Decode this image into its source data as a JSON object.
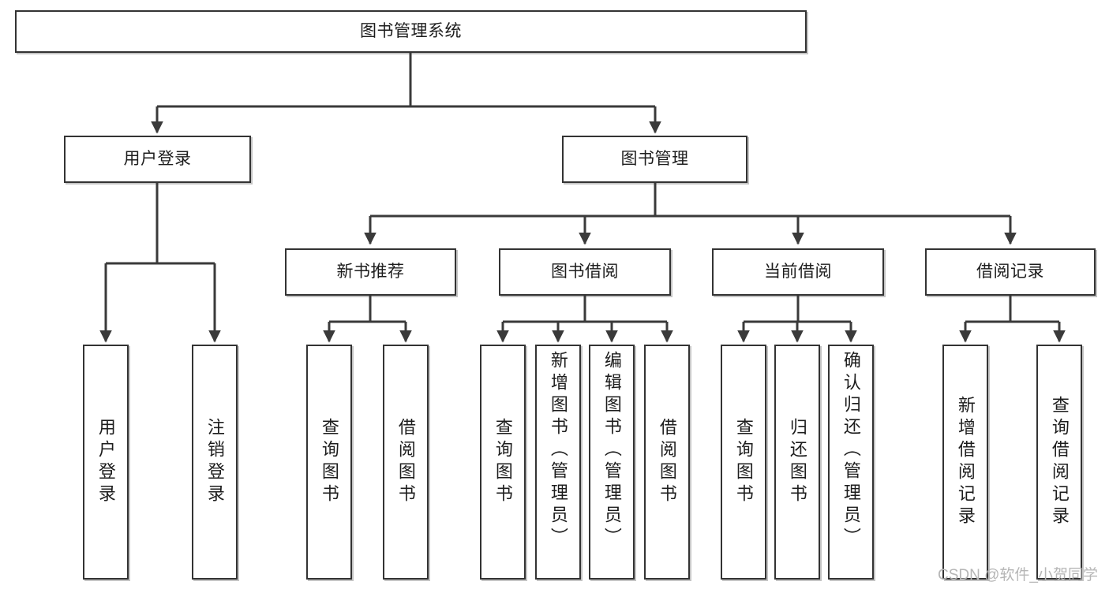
{
  "diagram": {
    "title": "图书管理系统",
    "type": "tree-hierarchy",
    "root": {
      "label": "图书管理系统"
    },
    "level2": [
      {
        "label": "用户登录"
      },
      {
        "label": "图书管理"
      }
    ],
    "level3": [
      {
        "label": "新书推荐"
      },
      {
        "label": "图书借阅"
      },
      {
        "label": "当前借阅"
      },
      {
        "label": "借阅记录"
      }
    ],
    "leaves": {
      "user_login": [
        {
          "label": "用户登录"
        },
        {
          "label": "注销登录"
        }
      ],
      "new_book_recommend": [
        {
          "label": "查询图书"
        },
        {
          "label": "借阅图书"
        }
      ],
      "book_borrow": [
        {
          "label": "查询图书"
        },
        {
          "label": "新增图书（管理员）"
        },
        {
          "label": "编辑图书（管理员）"
        },
        {
          "label": "借阅图书"
        }
      ],
      "current_borrow": [
        {
          "label": "查询图书"
        },
        {
          "label": "归还图书"
        },
        {
          "label": "确认归还（管理员）"
        }
      ],
      "borrow_record": [
        {
          "label": "新增借阅记录"
        },
        {
          "label": "查询借阅记录"
        }
      ]
    }
  },
  "watermark": {
    "text": "CSDN @软件_小贺同学"
  },
  "colors": {
    "border": "#333333",
    "edge": "#3a3a3a",
    "background": "#ffffff",
    "text": "#1d1d1d",
    "watermark": "#b6b6b6"
  }
}
